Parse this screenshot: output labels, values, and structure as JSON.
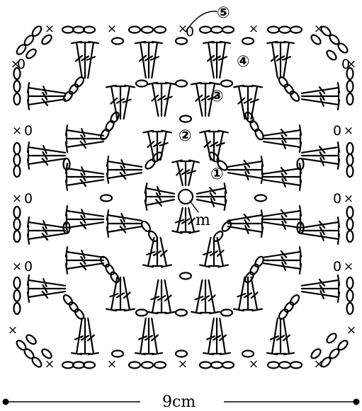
{
  "diagram": {
    "rounds": [
      "①",
      "②",
      "③",
      "④",
      "⑤"
    ],
    "magic_ring_label": "m",
    "width_label": "9cm",
    "chain_mark": "0",
    "sc_mark": "×"
  }
}
